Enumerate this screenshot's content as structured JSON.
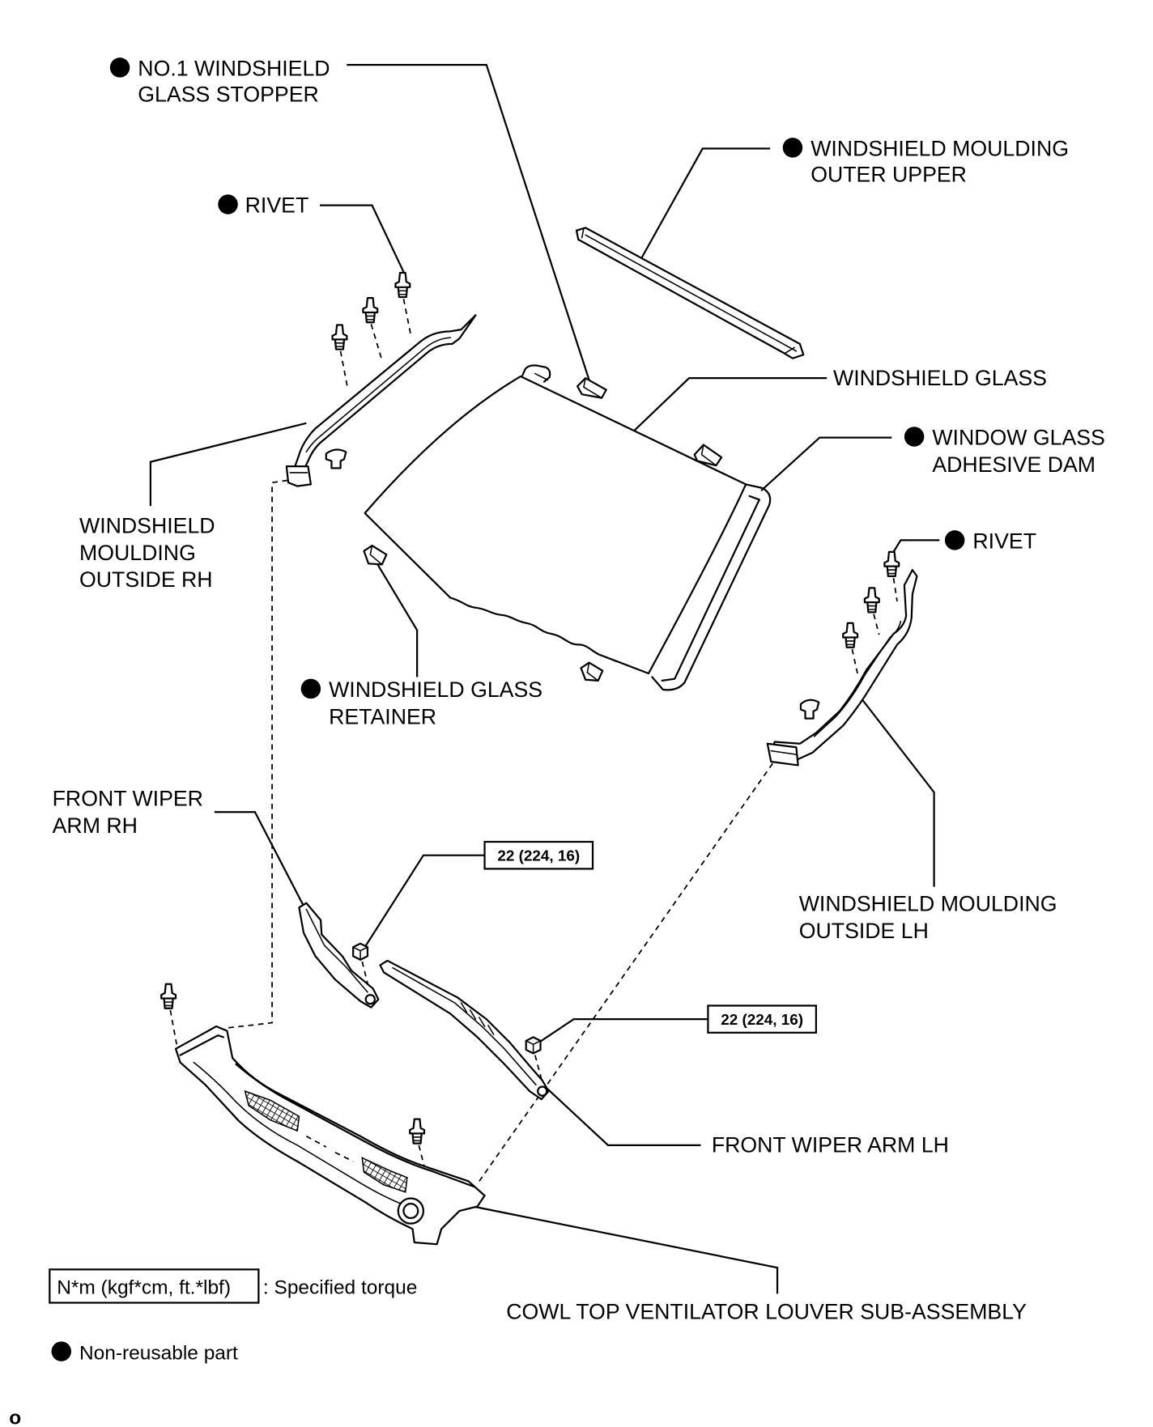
{
  "colors": {
    "line": "#000000",
    "background": "#ffffff"
  },
  "icons": {
    "non_reusable": "filled-circle"
  },
  "labels": {
    "glass_stopper": {
      "lines": [
        "NO.1 WINDSHIELD",
        "GLASS STOPPER"
      ],
      "non_reusable": true
    },
    "moulding_outer_upper": {
      "lines": [
        "WINDSHIELD MOULDING",
        "OUTER UPPER"
      ],
      "non_reusable": true
    },
    "rivet_rh_moulding": {
      "lines": [
        "RIVET"
      ],
      "non_reusable": true
    },
    "windshield_glass": {
      "lines": [
        "WINDSHIELD GLASS"
      ],
      "non_reusable": false
    },
    "adhesive_dam": {
      "lines": [
        "WINDOW GLASS",
        "ADHESIVE DAM"
      ],
      "non_reusable": true
    },
    "rivet_lh_moulding": {
      "lines": [
        "RIVET"
      ],
      "non_reusable": true
    },
    "moulding_outside_rh": {
      "lines": [
        "WINDSHIELD",
        "MOULDING",
        "OUTSIDE RH"
      ],
      "non_reusable": false
    },
    "glass_retainer": {
      "lines": [
        "WINDSHIELD GLASS",
        "RETAINER"
      ],
      "non_reusable": true
    },
    "wiper_arm_rh": {
      "lines": [
        "FRONT WIPER",
        "ARM RH"
      ],
      "non_reusable": false
    },
    "moulding_outside_lh": {
      "lines": [
        "WINDSHIELD MOULDING",
        "OUTSIDE LH"
      ],
      "non_reusable": false
    },
    "wiper_arm_lh": {
      "lines": [
        "FRONT WIPER ARM LH"
      ],
      "non_reusable": false
    },
    "cowl_louver": {
      "lines": [
        "COWL TOP VENTILATOR LOUVER SUB-ASSEMBLY"
      ],
      "non_reusable": false
    }
  },
  "torque": {
    "wiper_arm_rh_nut": "22 (224, 16)",
    "wiper_arm_lh_nut": "22 (224, 16)"
  },
  "legend": {
    "torque_units": "N*m (kgf*cm, ft.*lbf)",
    "torque_text": ": Specified torque",
    "non_reusable_text": "Non-reusable part"
  },
  "corner_mark": "o"
}
